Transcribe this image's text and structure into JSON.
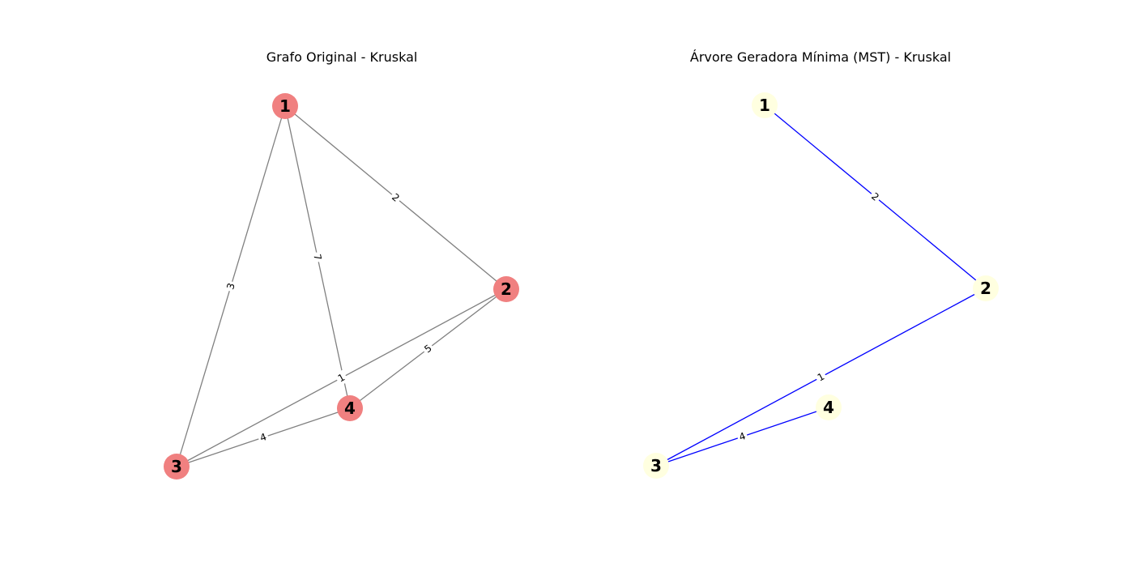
{
  "panels": [
    {
      "id": "original",
      "title": "Grafo Original - Kruskal",
      "node_color": "#f08080",
      "edge_color": "#808080",
      "nodes": [
        "1",
        "2",
        "3",
        "4"
      ],
      "edges": [
        {
          "u": "1",
          "v": "2",
          "weight": "2"
        },
        {
          "u": "1",
          "v": "3",
          "weight": "3"
        },
        {
          "u": "1",
          "v": "4",
          "weight": "7"
        },
        {
          "u": "2",
          "v": "3",
          "weight": "1"
        },
        {
          "u": "2",
          "v": "4",
          "weight": "5"
        },
        {
          "u": "3",
          "v": "4",
          "weight": "4"
        }
      ]
    },
    {
      "id": "mst",
      "title": "Árvore Geradora Mínima (MST) - Kruskal",
      "node_color": "#ffffe0",
      "edge_color": "#0000ff",
      "nodes": [
        "1",
        "2",
        "3",
        "4"
      ],
      "edges": [
        {
          "u": "1",
          "v": "2",
          "weight": "2"
        },
        {
          "u": "2",
          "v": "3",
          "weight": "1"
        },
        {
          "u": "3",
          "v": "4",
          "weight": "4"
        }
      ]
    }
  ]
}
